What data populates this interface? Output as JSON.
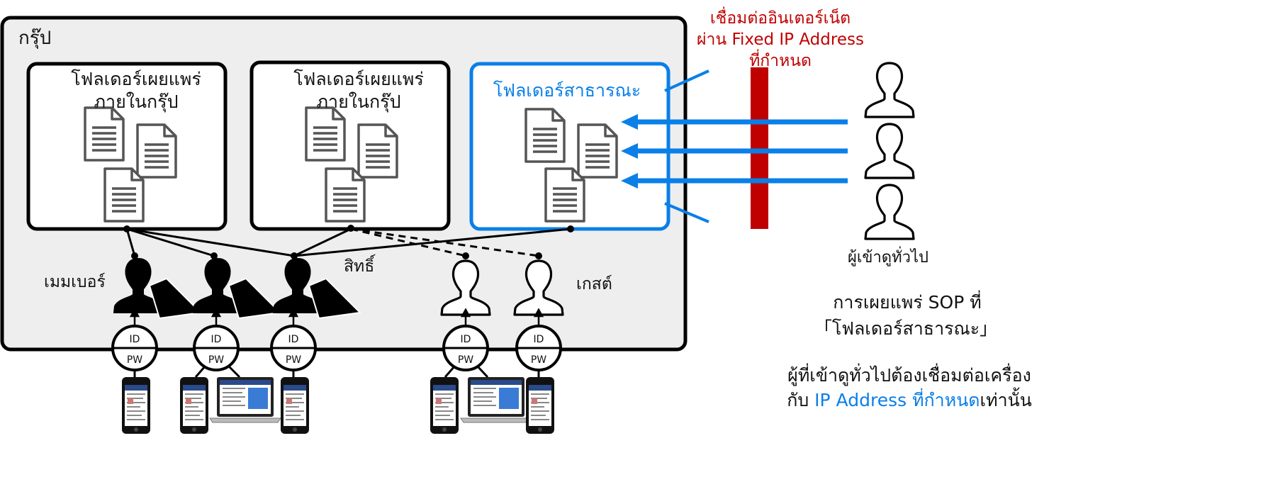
{
  "group": {
    "label": "กรุ๊ป"
  },
  "folders": [
    {
      "title_line1": "โฟลเดอร์เผยแพร่",
      "title_line2": "ภายในกรุ๊ป"
    },
    {
      "title_line1": "โฟลเดอร์เผยแพร่",
      "title_line2": "ภายในกรุ๊ป"
    },
    {
      "title_line1": "โฟลเดอร์สาธารณะ"
    }
  ],
  "labels": {
    "member": "เมมเบอร์",
    "permission": "สิทธิ์",
    "guest": "เกสต์",
    "public_viewer": "ผู้เข้าดูทั่วไป"
  },
  "credentials": {
    "id": "ID",
    "pw": "PW"
  },
  "firewall": {
    "line1": "เชื่อมต่ออินเตอร์เน็ต",
    "line2": "ผ่าน Fixed IP Address",
    "line3": "ที่กำหนด"
  },
  "notes": {
    "sop_line1": "การเผยแพร่ SOP ที่",
    "sop_line2_open": "「",
    "sop_line2_folder": "โฟลเดอร์",
    "sop_line2_public": "สาธารณะ",
    "sop_line2_close": "」",
    "req_line1": "ผู้ที่เข้าดูทั่วไปต้องเชื่อมต่อเครื่อง",
    "req_line2_a": "กับ ",
    "req_line2_b": "IP Address ที่กำหนด",
    "req_line2_c": "เท่านั้น"
  },
  "colors": {
    "accent_blue": "#0a7fe8",
    "firewall_red": "#c00000",
    "group_bg": "#eeeeee"
  }
}
